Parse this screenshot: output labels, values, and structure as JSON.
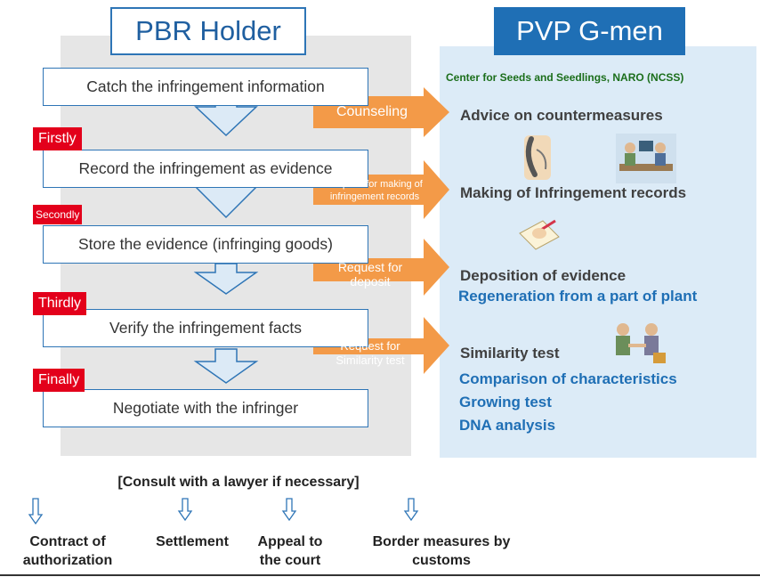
{
  "headers": {
    "left": "PBR Holder",
    "right": "PVP G-men"
  },
  "steps": [
    "Catch the infringement information",
    "Record the infringement as evidence",
    "Store the evidence (infringing goods)",
    "Verify the infringement facts",
    "Negotiate with the infringer"
  ],
  "tags": [
    "Firstly",
    "Secondly",
    "Thirdly",
    "Finally"
  ],
  "requests": [
    "Counseling",
    "Request for making of infringement records",
    "Request for deposit",
    "Request for Similarity test"
  ],
  "right": {
    "org": "Center for Seeds and Seedlings, NARO (NCSS)",
    "advice": "Advice on countermeasures",
    "records": "Making of Infringement records",
    "deposition": "Deposition of evidence",
    "regeneration": "Regeneration from a part of plant",
    "similarity": "Similarity test",
    "comparison": "Comparison of characteristics",
    "growing": "Growing test",
    "dna": "DNA analysis"
  },
  "bottom": {
    "lawyer": "[Consult with a lawyer if necessary]",
    "outcomes": [
      "Contract of authorization",
      "Settlement",
      "Appeal to the court",
      "Border measures by customs"
    ]
  },
  "colors": {
    "accent_blue": "#2e75b6",
    "orange": "#f39a48",
    "red": "#e3001b",
    "right_bg": "#dcebf7",
    "left_bg": "#e6e6e6"
  }
}
